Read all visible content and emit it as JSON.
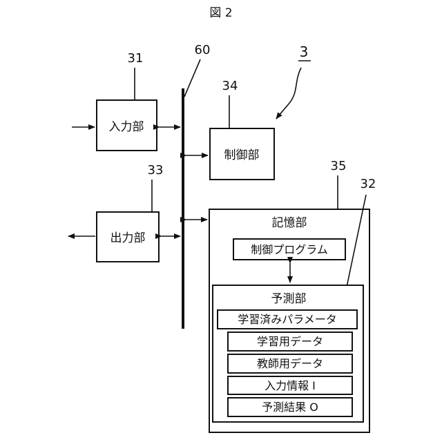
{
  "figure_label": "図 2",
  "system_ref": "3",
  "bus_ref": "60",
  "blocks": {
    "input": {
      "ref": "31",
      "label": "入力部"
    },
    "output": {
      "ref": "33",
      "label": "出力部"
    },
    "control": {
      "ref": "34",
      "label": "制御部"
    },
    "storage": {
      "ref": "35",
      "label": "記憶部"
    },
    "predict": {
      "ref": "32",
      "label": "予測部"
    }
  },
  "storage_items": {
    "control_program": "制御プログラム"
  },
  "predict_items": [
    "学習済みパラメータ",
    "学習用データ",
    "教師用データ",
    "入力情報 I",
    "予測結果 O"
  ]
}
